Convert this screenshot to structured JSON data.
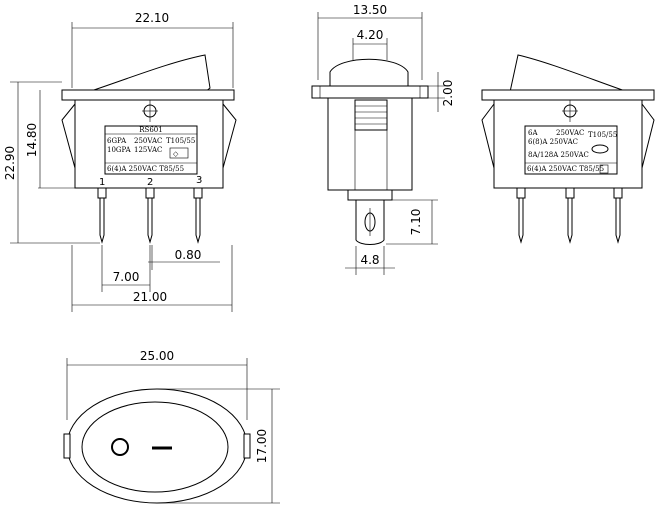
{
  "dimensions": {
    "side_width": "22.10",
    "side_height_total": "22.90",
    "side_height_body": "14.80",
    "pin_spacing": "7.00",
    "pin_thickness": "0.80",
    "pin_span": "21.00",
    "front_width": "13.50",
    "front_rocker_width": "4.20",
    "front_flange": "2.00",
    "front_pin_length": "7.10",
    "front_pin_width": "4.8",
    "top_width": "25.00",
    "top_height": "17.00"
  },
  "pins": [
    "1",
    "2",
    "3"
  ],
  "label_left": {
    "model": "RS601",
    "row1_rating": "6GPA",
    "row1_voltage": "250VAC",
    "row1_temp": "T105/55",
    "row2_rating": "10GPA",
    "row2_voltage": "125VAC",
    "row3": "6(4)A  250VAC  T85/55"
  },
  "label_right": {
    "row1_rating": "6A",
    "row1_voltage": "250VAC",
    "row1_temp": "T105/55",
    "row2": "6(8)A   250VAC",
    "row3": "8A/128A  250VAC",
    "row4": "6(4)A  250VAC  T85/55"
  },
  "symbols": {
    "off": "O",
    "on": "—"
  }
}
